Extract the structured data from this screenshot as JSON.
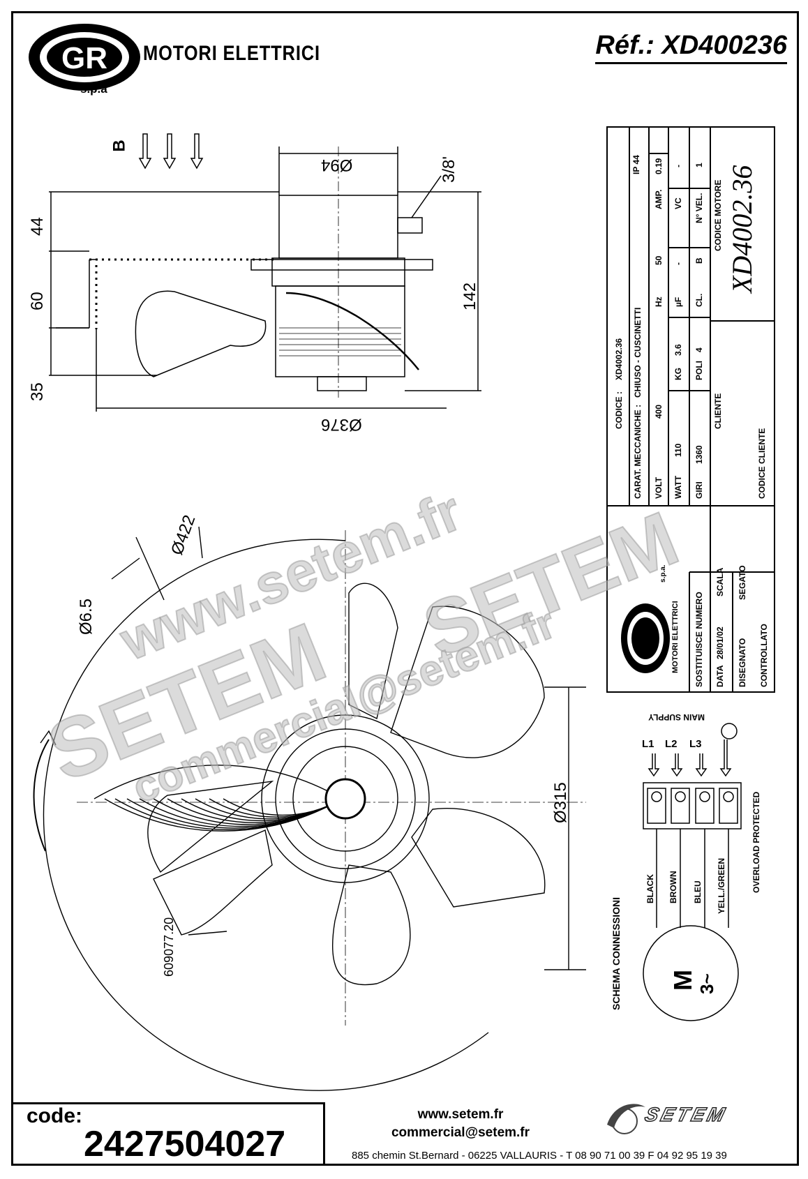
{
  "header": {
    "brand": "MOTORI ELETTRICI",
    "logo_subtitle": "s.p.a",
    "logo_letters": "GR",
    "reference": "Réf.: XD400236"
  },
  "dimensions": {
    "fan_direction_label": "B",
    "motor_diameter": "Ø94",
    "gland": "3/8'",
    "height_top": "44",
    "height_mid": "60",
    "height_bottom": "35",
    "overall_height": "142",
    "guard_diameter": "Ø376",
    "hole_circle": "Ø422",
    "hole_size": "Ø6.5",
    "blade_diameter": "Ø315",
    "blade_code": "609077.20"
  },
  "title_block": {
    "ip": "IP 44",
    "codice_label": "CODICE :",
    "codice_value": "XD4002.36",
    "carat_label": "CARAT. MECCANICHE :",
    "carat_value": "CHIUSO - CUSCINETTI",
    "volt_label": "VOLT",
    "volt_value": "400",
    "hz_label": "Hz",
    "hz_value": "50",
    "amp_label": "AMP.",
    "amp_value": "0.19",
    "watt_label": "WATT",
    "watt_value": "110",
    "kg_label": "KG",
    "kg_value": "3.6",
    "uf_label": "µF",
    "uf_value": "-",
    "vc_label": "VC",
    "vc_value": "-",
    "giri_label": "GIRI",
    "giri_value": "1360",
    "poli_label": "POLI",
    "poli_value": "4",
    "cl_label": "CL.",
    "cl_value": "B",
    "nvel_label": "N° VEL.",
    "nvel_value": "1",
    "codice_motore_label": "CODICE MOTORE",
    "codice_motore_value": "XD4002.36",
    "cliente_label": "CLIENTE",
    "codice_cliente_label": "CODICE CLIENTE",
    "sostituisce_label": "SOSTITUISCE NUMERO",
    "data_label": "DATA",
    "data_value": "28/01/02",
    "scala_label": "SCALA",
    "disegnato_label": "DISEGNATO",
    "segato_label": "SEGATO",
    "controllato_label": "CONTROLLATO",
    "company": "MOTORI ELETTRICI",
    "company_suffix": "s.p.a."
  },
  "wiring": {
    "title": "SCHEMA CONNESSIONI",
    "main_supply": "MAIN SUPPLY",
    "phases": [
      "L1",
      "L2",
      "L3"
    ],
    "wires": [
      "BLACK",
      "BROWN",
      "BLEU",
      "YELL./GREEN"
    ],
    "overload": "OVERLOAD PROTECTED",
    "motor_symbol": "M",
    "motor_phase": "3~"
  },
  "watermark": {
    "url": "www.setem.fr",
    "name": "SETEM",
    "email": "commercial@setem.fr"
  },
  "footer": {
    "code_label": "code:",
    "code_value": "2427504027",
    "website": "www.setem.fr",
    "email": "commercial@setem.fr",
    "address": "885 chemin St.Bernard  -  06225 VALLAURIS  -  T 08 90 71 00 39   F 04 92 95 19 39",
    "setem_logo": "SETEM"
  }
}
